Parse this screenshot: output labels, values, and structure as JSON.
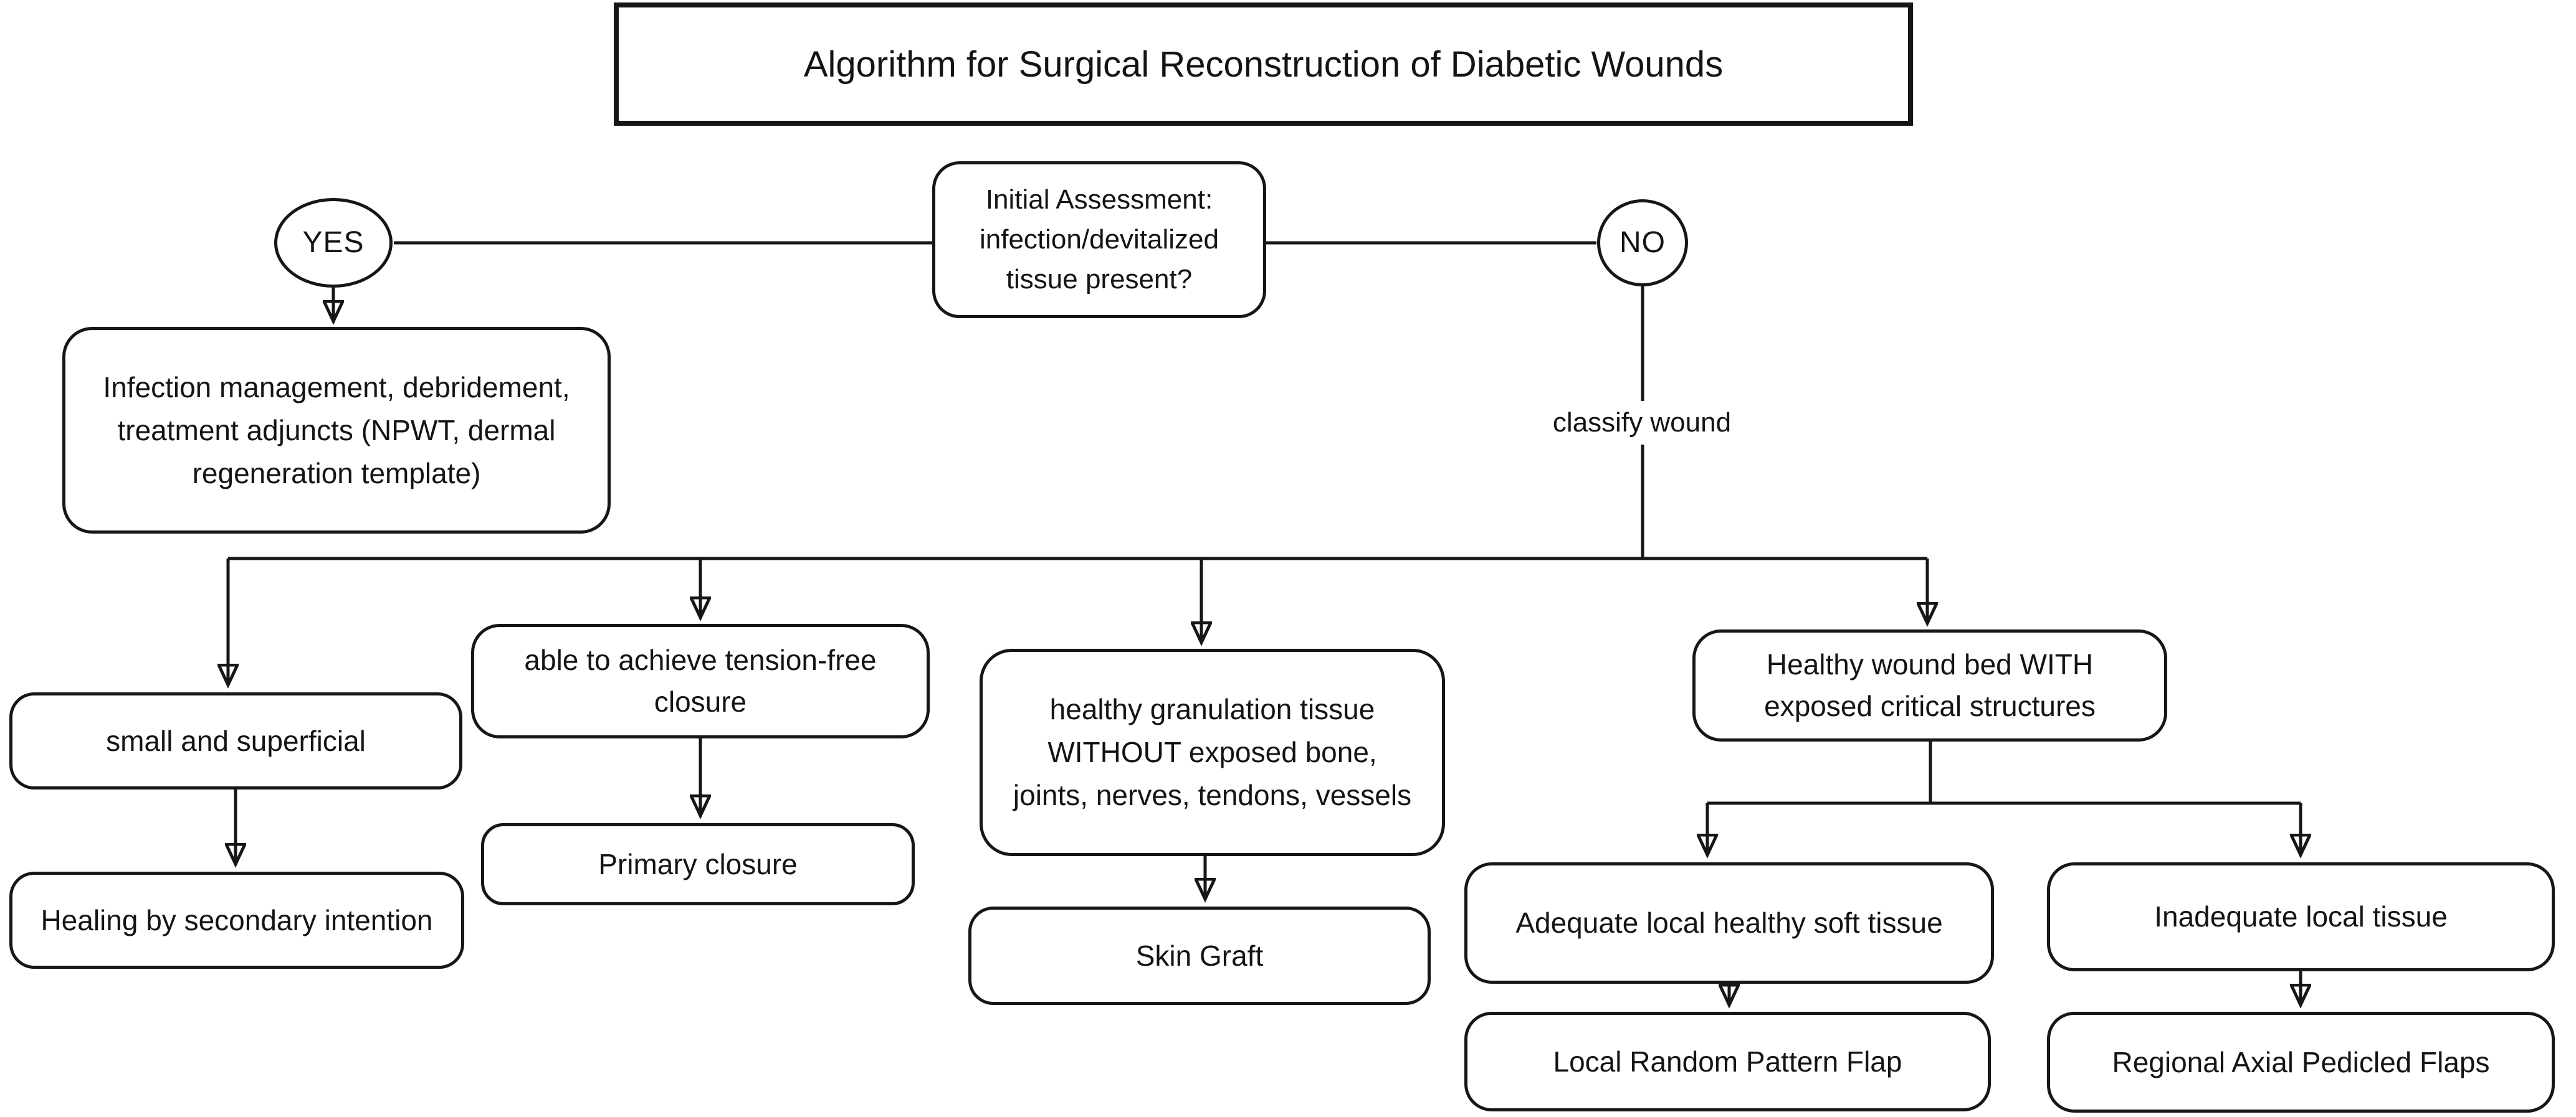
{
  "colors": {
    "line": "#161616",
    "background": "#ffffff",
    "text": "#141414",
    "node_fill": "#ffffff"
  },
  "title": "Algorithm for Surgical Reconstruction of Diabetic Wounds",
  "nodes": {
    "initial_assessment": {
      "lines": [
        "Initial Assessment:",
        "infection/devitalized",
        "tissue present?"
      ]
    },
    "yes": {
      "label": "YES"
    },
    "no": {
      "label": "NO"
    },
    "infection_management": {
      "lines": [
        "Infection management, debridement,",
        "treatment adjuncts (NPWT, dermal",
        "regeneration template)"
      ]
    },
    "classify_wound": {
      "label": "classify wound"
    },
    "small_superficial": {
      "label": "small and superficial"
    },
    "healing_secondary": {
      "label": "Healing by secondary intention"
    },
    "tension_free": {
      "lines": [
        "able to achieve tension-free",
        "closure"
      ]
    },
    "primary_closure": {
      "label": "Primary closure"
    },
    "granulation": {
      "lines": [
        "healthy granulation tissue",
        "WITHOUT exposed bone,",
        "joints, nerves, tendons, vessels"
      ]
    },
    "skin_graft": {
      "label": "Skin Graft"
    },
    "healthy_wound_bed": {
      "lines": [
        "Healthy wound bed WITH",
        "exposed critical structures"
      ]
    },
    "adequate_tissue": {
      "label": "Adequate local healthy soft tissue"
    },
    "local_random_flap": {
      "label": "Local Random Pattern Flap"
    },
    "inadequate_tissue": {
      "label": "Inadequate local tissue"
    },
    "regional_flaps": {
      "label": "Regional Axial Pedicled Flaps"
    }
  },
  "edges": [
    {
      "from": "initial_assessment",
      "to": "yes"
    },
    {
      "from": "initial_assessment",
      "to": "no"
    },
    {
      "from": "yes",
      "to": "infection_management"
    },
    {
      "from": "no",
      "to": "classify_wound"
    },
    {
      "from": "classify_wound",
      "to": "small_superficial"
    },
    {
      "from": "classify_wound",
      "to": "tension_free"
    },
    {
      "from": "classify_wound",
      "to": "granulation"
    },
    {
      "from": "classify_wound",
      "to": "healthy_wound_bed"
    },
    {
      "from": "small_superficial",
      "to": "healing_secondary"
    },
    {
      "from": "tension_free",
      "to": "primary_closure"
    },
    {
      "from": "granulation",
      "to": "skin_graft"
    },
    {
      "from": "healthy_wound_bed",
      "to": "adequate_tissue"
    },
    {
      "from": "healthy_wound_bed",
      "to": "inadequate_tissue"
    },
    {
      "from": "adequate_tissue",
      "to": "local_random_flap"
    },
    {
      "from": "inadequate_tissue",
      "to": "regional_flaps"
    }
  ]
}
